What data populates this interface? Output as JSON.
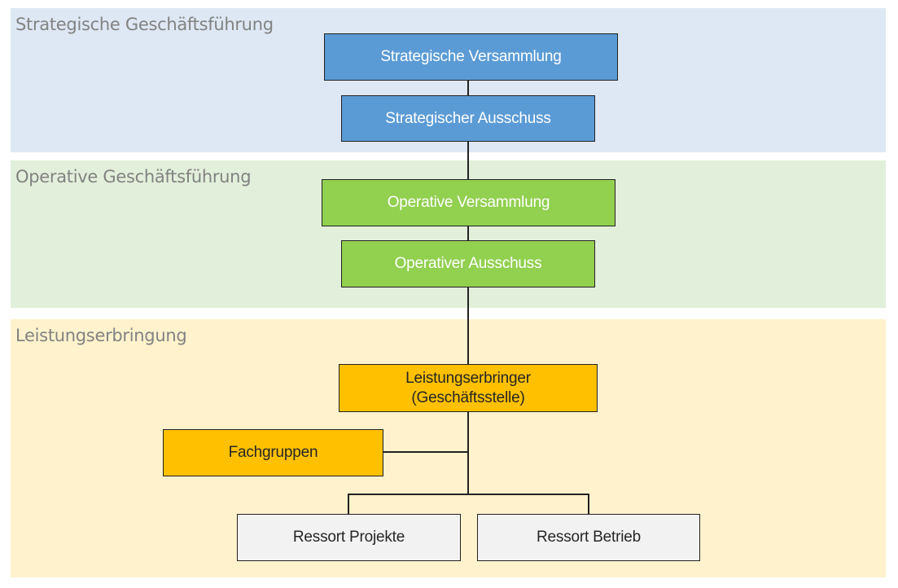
{
  "bands": [
    {
      "label": "Strategische Geschäftsführung",
      "color": "#dee8f4"
    },
    {
      "label": "Operative Geschäftsführung",
      "color": "#e2efda"
    },
    {
      "label": "Leistungserbringung",
      "color": "#fff2cc"
    }
  ],
  "nodes": {
    "strategische_versammlung": "Strategische Versammlung",
    "strategischer_ausschuss": "Strategischer Ausschuss",
    "operative_versammlung": "Operative Versammlung",
    "operativer_ausschuss": "Operativer Ausschuss",
    "leistungserbringer_line1": "Leistungserbringer",
    "leistungserbringer_line2": "(Geschäftsstelle)",
    "fachgruppen": "Fachgruppen",
    "ressort_projekte": "Ressort Projekte",
    "ressort_betrieb": "Ressort Betrieb"
  },
  "colors": {
    "blue": "#5b9bd5",
    "green": "#92d050",
    "orange": "#ffc000",
    "grey": "#f2f2f2"
  }
}
